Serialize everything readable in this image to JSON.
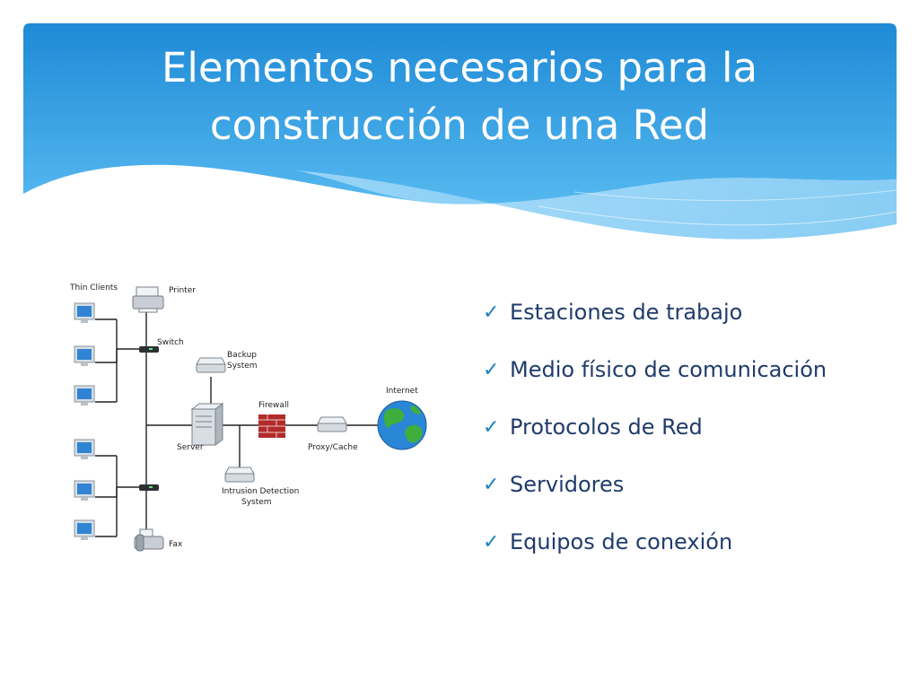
{
  "title": {
    "line1": "Elementos necesarios para la",
    "line2": "construcción de una Red"
  },
  "colors": {
    "header_top": "#1e8ad6",
    "header_bottom": "#4fb4ee",
    "wave_light": "#8fd0f6",
    "bullet_text": "#1f3c6b",
    "check": "#1a7fbe"
  },
  "diagram": {
    "labels": {
      "thin_clients": "Thin Clients",
      "printer": "Printer",
      "switch": "Switch",
      "backup": "Backup",
      "backup2": "System",
      "firewall": "Firewall",
      "internet": "Internet",
      "server": "Server",
      "proxy": "Proxy/Cache",
      "ids1": "Intrusion Detection",
      "ids2": "System",
      "fax": "Fax"
    }
  },
  "bullets": [
    {
      "icon": "check-icon",
      "text": "Estaciones de trabajo"
    },
    {
      "icon": "check-icon",
      "text": "Medio físico de comunicación"
    },
    {
      "icon": "check-icon",
      "text": "Protocolos de Red"
    },
    {
      "icon": "check-icon",
      "text": "Servidores"
    },
    {
      "icon": "check-icon",
      "text": "Equipos de conexión"
    }
  ]
}
